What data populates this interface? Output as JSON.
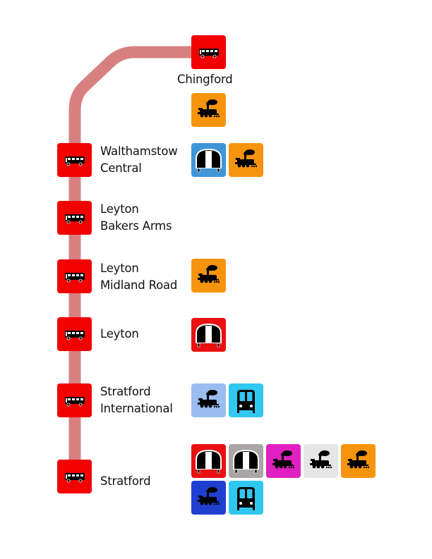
{
  "route": {
    "line_color": "#d88080",
    "mode": "bus"
  },
  "colors": {
    "bus": "#f20000",
    "overground": "#f7940d",
    "tube_blue": "#3e96d8",
    "tube_red": "#e81010",
    "tube_grey": "#aaa6a6",
    "rail_lightblue": "#9bbcee",
    "dlr": "#30c8f0",
    "rail_magenta": "#e020c0",
    "rail_lightgrey": "#e6e6e6",
    "rail_blue": "#1f3fd0"
  },
  "stops": [
    {
      "name_lines": [
        "Chingford"
      ],
      "interchanges": [
        {
          "icon": "steam-train-icon",
          "color": "#f7940d"
        }
      ]
    },
    {
      "name_lines": [
        "Walthamstow",
        "Central"
      ],
      "interchanges": [
        {
          "icon": "tube-train-icon",
          "color": "#3e96d8"
        },
        {
          "icon": "steam-train-icon",
          "color": "#f7940d"
        }
      ]
    },
    {
      "name_lines": [
        "Leyton",
        "Bakers Arms"
      ],
      "interchanges": []
    },
    {
      "name_lines": [
        "Leyton",
        "Midland Road"
      ],
      "interchanges": [
        {
          "icon": "steam-train-icon",
          "color": "#f7940d"
        }
      ]
    },
    {
      "name_lines": [
        "Leyton"
      ],
      "interchanges": [
        {
          "icon": "tube-train-icon",
          "color": "#e81010"
        }
      ]
    },
    {
      "name_lines": [
        "Stratford",
        "International"
      ],
      "interchanges": [
        {
          "icon": "steam-train-icon",
          "color": "#9bbcee"
        },
        {
          "icon": "dlr-train-icon",
          "color": "#30c8f0"
        }
      ]
    },
    {
      "name_lines": [
        "Stratford"
      ],
      "interchanges": [
        {
          "icon": "tube-train-icon",
          "color": "#e81010"
        },
        {
          "icon": "tube-train-icon",
          "color": "#aaa6a6"
        },
        {
          "icon": "steam-train-icon",
          "color": "#e020c0"
        },
        {
          "icon": "steam-train-icon",
          "color": "#e6e6e6"
        },
        {
          "icon": "steam-train-icon",
          "color": "#f7940d"
        },
        {
          "icon": "steam-train-icon",
          "color": "#1f3fd0"
        },
        {
          "icon": "dlr-train-icon",
          "color": "#30c8f0"
        }
      ]
    }
  ]
}
